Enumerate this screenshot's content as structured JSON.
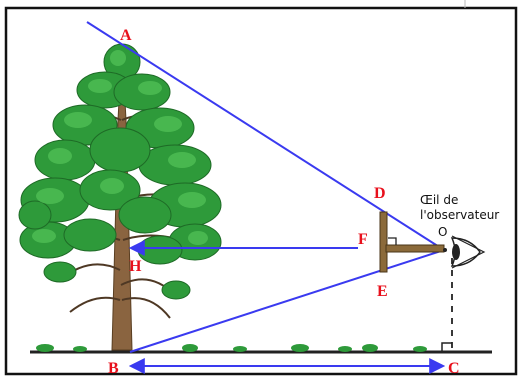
{
  "figure": {
    "points": {
      "A": "A",
      "B": "B",
      "C": "C",
      "D": "D",
      "E": "E",
      "F": "F",
      "H": "H",
      "O": "O"
    },
    "observer_label": [
      "Œil de",
      "l'observateur"
    ],
    "colors": {
      "sight_lines": "#3a3af0",
      "arrows": "#3a3af0",
      "point_labels": "#e8101c",
      "instrument": "#8b6a3a",
      "ground": "#222222",
      "foliage": "#2e9a3a",
      "trunk": "#8a6440",
      "frame": "#111111"
    }
  }
}
